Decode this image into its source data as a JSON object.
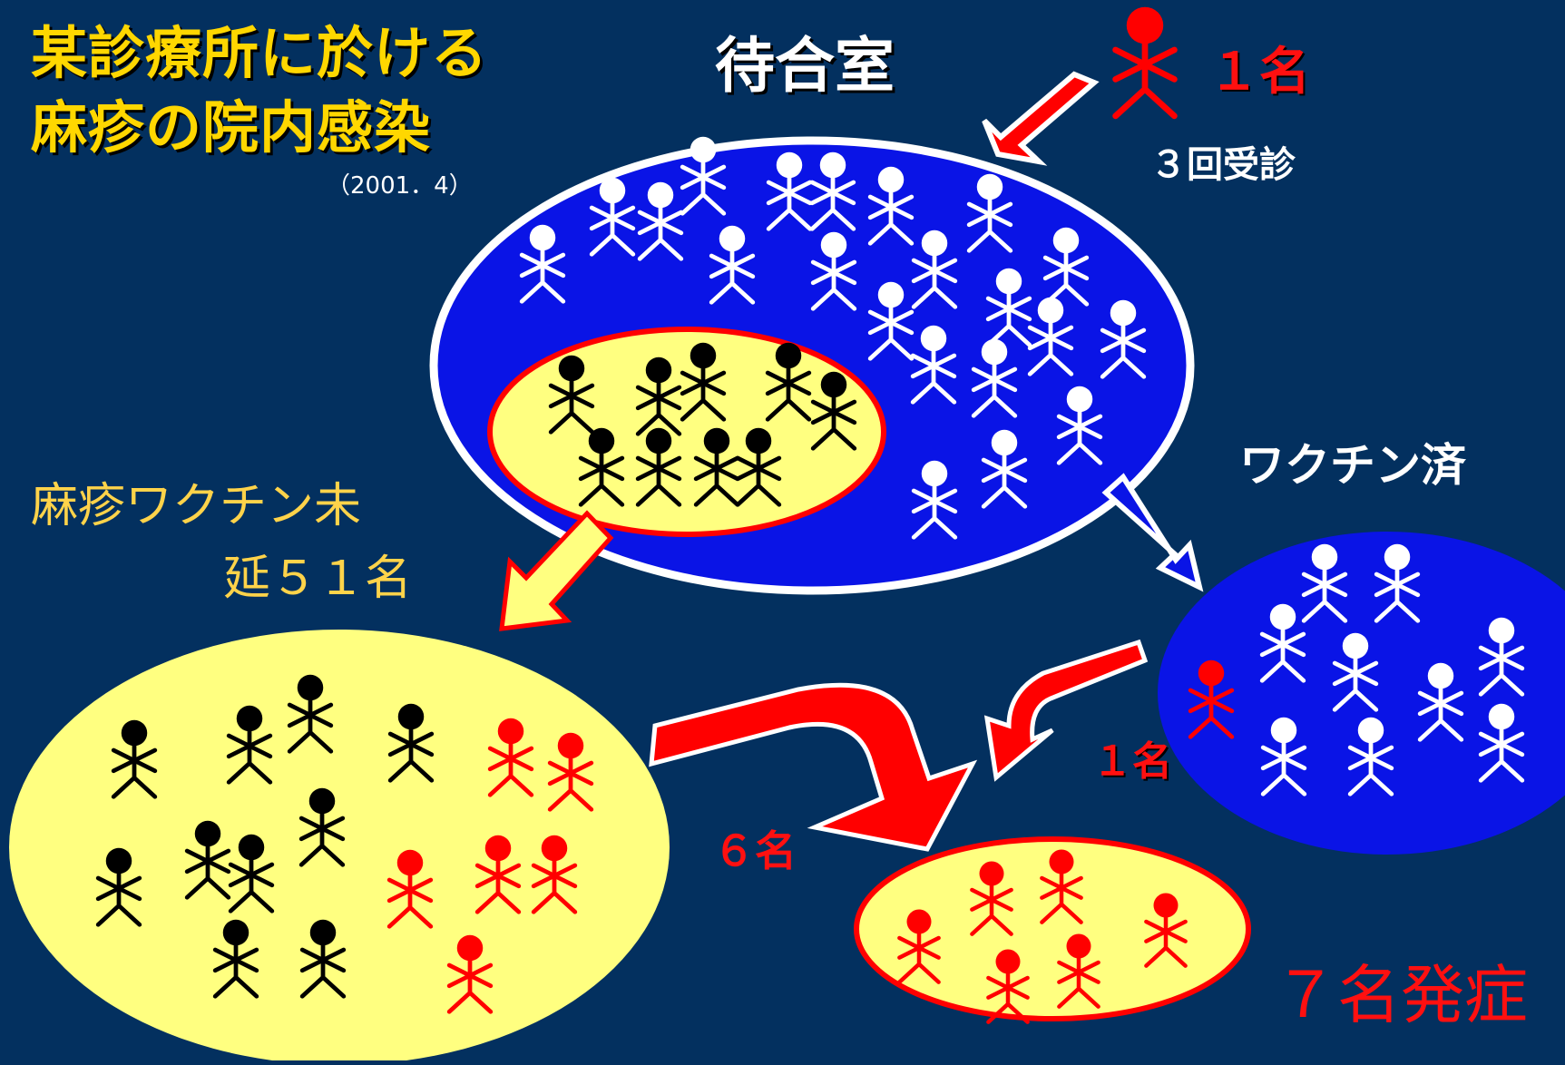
{
  "title": {
    "line1": "某診療所に於ける",
    "line2": "麻疹の院内感染",
    "date": "（2001．4）"
  },
  "waiting_room": {
    "label": "待合室"
  },
  "source_case": {
    "count": "１名",
    "visits": "３回受診"
  },
  "vaccinated": {
    "label": "ワクチン済",
    "infected_count": "１名"
  },
  "unvaccinated": {
    "line1": "麻疹ワクチン未",
    "line2": "延５１名",
    "infected_count": "６名"
  },
  "outcome": {
    "label": "７名発症"
  },
  "colors": {
    "background": "#03305f",
    "title": "#ffd700",
    "waiting_room_fill": "#0a14e6",
    "yellow_fill": "#ffff80",
    "infected": "#ff0000"
  }
}
